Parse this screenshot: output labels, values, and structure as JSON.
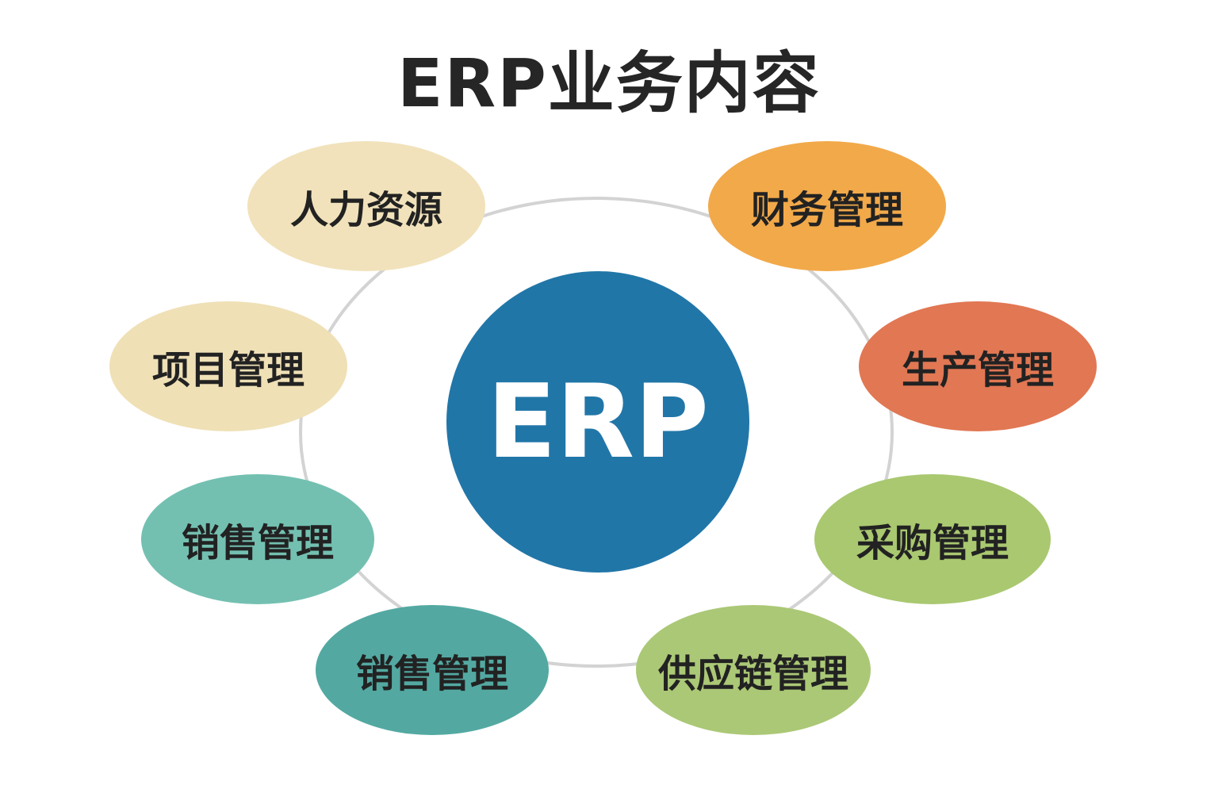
{
  "title": "ERP业务内容",
  "center": {
    "label": "ERP",
    "color": "#2176a8"
  },
  "modules": [
    {
      "label": "人力资源",
      "color": "#f1e2bb"
    },
    {
      "label": "财务管理",
      "color": "#f2a94a"
    },
    {
      "label": "项目管理",
      "color": "#efe0b6"
    },
    {
      "label": "生产管理",
      "color": "#e17753"
    },
    {
      "label": "销售管理",
      "color": "#73c0b1"
    },
    {
      "label": "采购管理",
      "color": "#a9c870"
    },
    {
      "label": "销售管理",
      "color": "#53a9a2"
    },
    {
      "label": "供应链管理",
      "color": "#abc876"
    }
  ]
}
